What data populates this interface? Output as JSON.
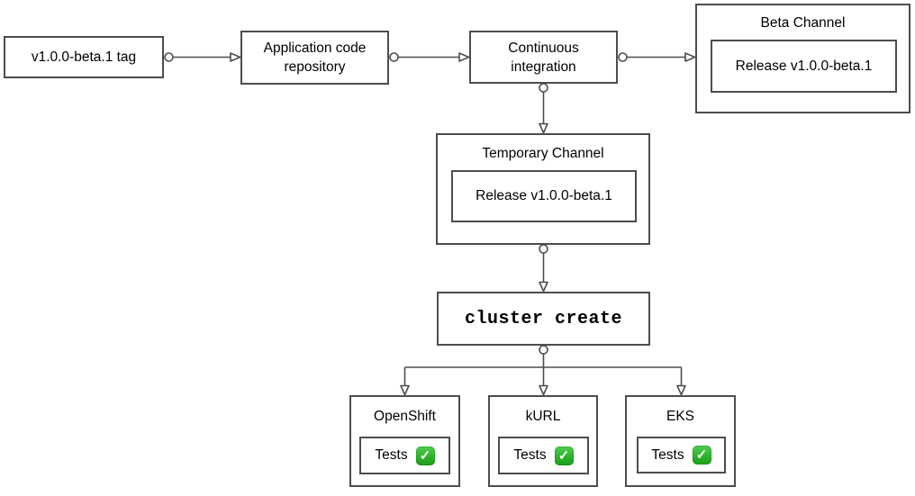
{
  "diagram": {
    "background_color": "#ffffff",
    "stroke_color": "#4d4d4d",
    "text_color": "#000000",
    "nodes": {
      "tag": {
        "label": "v1.0.0-beta.1 tag"
      },
      "repo": {
        "label": "Application code repository"
      },
      "ci": {
        "label": "Continuous integration"
      },
      "beta_channel": {
        "title": "Beta Channel",
        "release_label": "Release v1.0.0-beta.1"
      },
      "temporary_channel": {
        "title": "Temporary Channel",
        "release_label": "Release v1.0.0-beta.1"
      },
      "cluster_create": {
        "label": "cluster create"
      },
      "openshift": {
        "title": "OpenShift",
        "tests_label": "Tests",
        "status_icon": "check-icon",
        "status_color": "#2eb32b"
      },
      "kurl": {
        "title": "kURL",
        "tests_label": "Tests",
        "status_icon": "check-icon",
        "status_color": "#2eb32b"
      },
      "eks": {
        "title": "EKS",
        "tests_label": "Tests",
        "status_icon": "check-icon",
        "status_color": "#2eb32b"
      }
    }
  }
}
